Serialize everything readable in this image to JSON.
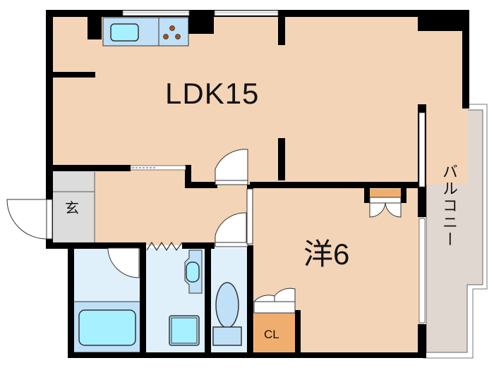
{
  "floor_plan": {
    "rooms": [
      {
        "id": "ldk",
        "label": "LDK15",
        "type": "living-dining-kitchen",
        "size_jo": 15
      },
      {
        "id": "western",
        "label": "洋6",
        "type": "western-room",
        "size_jo": 6
      },
      {
        "id": "entrance",
        "label": "玄",
        "type": "genkan"
      },
      {
        "id": "closet",
        "label": "CL",
        "type": "closet"
      },
      {
        "id": "balcony",
        "label": "バルコニー",
        "type": "balcony"
      },
      {
        "id": "bath",
        "label": "",
        "type": "bathroom"
      },
      {
        "id": "washroom",
        "label": "",
        "type": "washroom"
      },
      {
        "id": "toilet",
        "label": "",
        "type": "toilet"
      },
      {
        "id": "hallway",
        "label": "",
        "type": "hallway"
      }
    ],
    "colors": {
      "room": "#f3d4b6",
      "wall": "#000000",
      "wet_area": "#dff0fb",
      "fixture": "#bfe0f7",
      "fixture_inner": "#a6f0ff",
      "entrance": "#dcdcdc",
      "closet": "#f0ae6e",
      "balcony": "#e0d8d0",
      "stove_burner": "#a0521c"
    }
  }
}
